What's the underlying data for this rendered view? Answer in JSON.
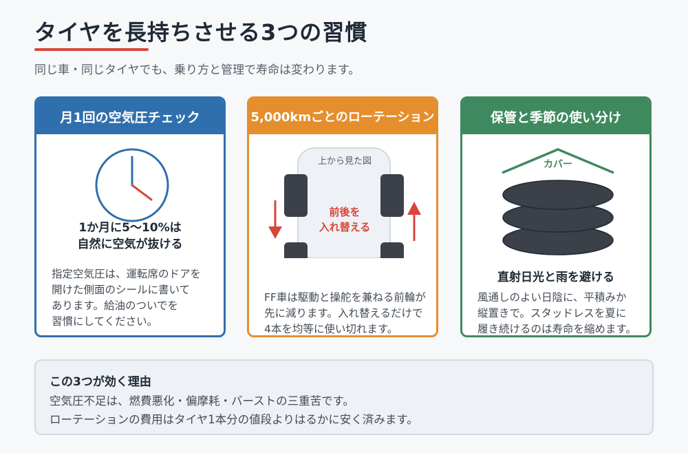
{
  "page": {
    "title": "タイヤを長持ちさせる3つの習慣",
    "subtitle": "同じ車・同じタイヤでも、乗り方と管理で寿命は変わります。"
  },
  "cards": [
    {
      "header": "月1回の空気圧チェック",
      "headline_lines": [
        "1か月に5〜10%は",
        "自然に空気が抜ける"
      ],
      "body_lines": [
        "指定空気圧は、運転席のドアを",
        "開けた側面のシールに書いて",
        "あります。給油のついでを",
        "習慣にしてください。"
      ]
    },
    {
      "header": "5,000kmごとのローテーション",
      "diagram_caption": "上から見た図",
      "diagram_center_lines": [
        "前後を",
        "入れ替える"
      ],
      "body_lines": [
        "FF車は駆動と操舵を兼ねる前輪が",
        "先に減ります。入れ替えるだけで",
        "4本を均等に使い切れます。"
      ]
    },
    {
      "header": "保管と季節の使い分け",
      "cover_label": "カバー",
      "headline_lines": [
        "直射日光と雨を避ける"
      ],
      "body_lines": [
        "風通しのよい日陰に、平積みか",
        "縦置きで。スタッドレスを夏に",
        "履き続けるのは寿命を縮めます。"
      ]
    }
  ],
  "reason": {
    "title": "この3つが効く理由",
    "lines": [
      "空気圧不足は、燃費悪化・偏摩耗・バーストの三重苦です。",
      "ローテーションの費用はタイヤ1本分の値段よりはるかに安く済みます。"
    ]
  },
  "colors": {
    "blue": "#2f6fad",
    "orange": "#e58e2c",
    "green": "#3e8a5e",
    "red": "#d9453a",
    "tire": "#3b4049"
  },
  "icons": [
    "clock-icon",
    "car-top-view-icon",
    "tire-stack-icon"
  ]
}
